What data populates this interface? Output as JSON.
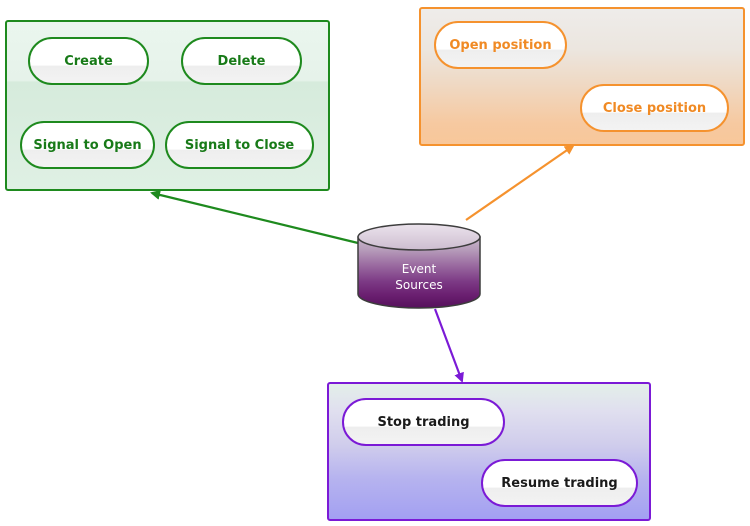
{
  "colors": {
    "green": "#1e8a1e",
    "orange": "#f5922e",
    "purple": "#7b1ad6",
    "cylinder": "#6b1a6b"
  },
  "hub": {
    "label_line1": "Event",
    "label_line2": "Sources",
    "icon": "database-cylinder-icon"
  },
  "groups": {
    "green": {
      "nodes": [
        {
          "label": "Create"
        },
        {
          "label": "Delete"
        },
        {
          "label": "Signal to Open"
        },
        {
          "label": "Signal to Close"
        }
      ]
    },
    "orange": {
      "nodes": [
        {
          "label": "Open position"
        },
        {
          "label": "Close position"
        }
      ]
    },
    "purple": {
      "nodes": [
        {
          "label": "Stop trading"
        },
        {
          "label": "Resume trading"
        }
      ]
    }
  }
}
